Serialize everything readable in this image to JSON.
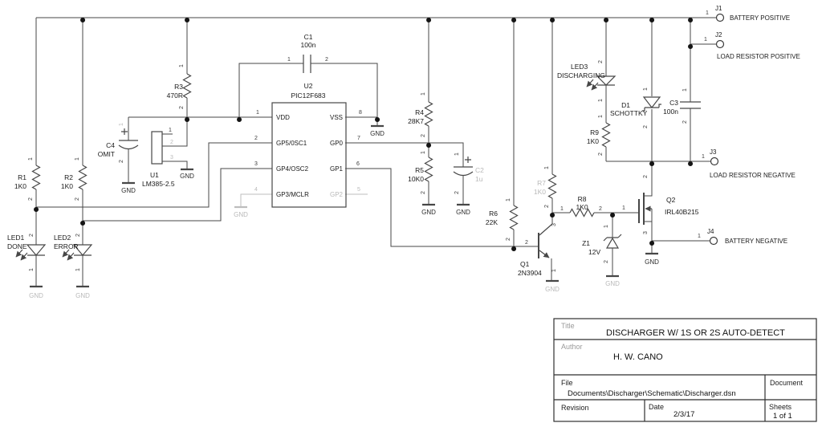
{
  "labels": {
    "gnd": "GND",
    "p1": "1",
    "p2": "2",
    "p3": "3",
    "p4": "4",
    "p5": "5",
    "p6": "6",
    "p7": "7",
    "p8": "8",
    "plus": "+"
  },
  "components": {
    "r1": {
      "ref": "R1",
      "value": "1K0"
    },
    "r2": {
      "ref": "R2",
      "value": "1K0"
    },
    "r3": {
      "ref": "R3",
      "value": "470R"
    },
    "r4": {
      "ref": "R4",
      "value": "28K7"
    },
    "r5": {
      "ref": "R5",
      "value": "10K0"
    },
    "r6": {
      "ref": "R6",
      "value": "22K"
    },
    "r7": {
      "ref": "R7",
      "value": "1K0"
    },
    "r8": {
      "ref": "R8",
      "value": "1K0"
    },
    "r9": {
      "ref": "R9",
      "value": "1K0"
    },
    "c1": {
      "ref": "C1",
      "value": "100n"
    },
    "c2": {
      "ref": "C2",
      "value": "1u"
    },
    "c3": {
      "ref": "C3",
      "value": "100n"
    },
    "c4": {
      "ref": "C4",
      "value": "OMIT"
    },
    "u1": {
      "ref": "U1",
      "value": "LM385-2.5"
    },
    "u2": {
      "ref": "U2",
      "value": "PIC12F683",
      "pins": {
        "vdd": "VDD",
        "gp5": "GP5/0SC1",
        "gp4": "GP4/OSC2",
        "gp3": "GP3/MCLR",
        "vss": "VSS",
        "gp0": "GP0",
        "gp1": "GP1",
        "gp2": "GP2"
      }
    },
    "q1": {
      "ref": "Q1",
      "value": "2N3904"
    },
    "q2": {
      "ref": "Q2",
      "value": "IRL40B215"
    },
    "d1": {
      "ref": "D1",
      "value": "SCHOTTKY"
    },
    "z1": {
      "ref": "Z1",
      "value": "12V"
    },
    "led1": {
      "ref": "LED1",
      "value": "DONE"
    },
    "led2": {
      "ref": "LED2",
      "value": "ERROR"
    },
    "led3": {
      "ref": "LED3",
      "value": "DISCHARGING"
    }
  },
  "connectors": {
    "j1": {
      "ref": "J1",
      "name": "BATTERY POSITIVE"
    },
    "j2": {
      "ref": "J2",
      "name": "LOAD RESISTOR POSITIVE"
    },
    "j3": {
      "ref": "J3",
      "name": "LOAD RESISTOR NEGATIVE"
    },
    "j4": {
      "ref": "J4",
      "name": "BATTERY NEGATIVE"
    }
  },
  "title_block": {
    "title_label": "Title",
    "title": "DISCHARGER W/ 1S OR 2S AUTO-DETECT",
    "author_label": "Author",
    "author": "H. W. CANO",
    "file_label": "File",
    "file": "Documents\\Discharger\\Schematic\\Discharger.dsn",
    "document_label": "Document",
    "revision_label": "Revision",
    "date_label": "Date",
    "date": "2/3/17",
    "sheets_label": "Sheets",
    "sheets": "1 of 1"
  }
}
